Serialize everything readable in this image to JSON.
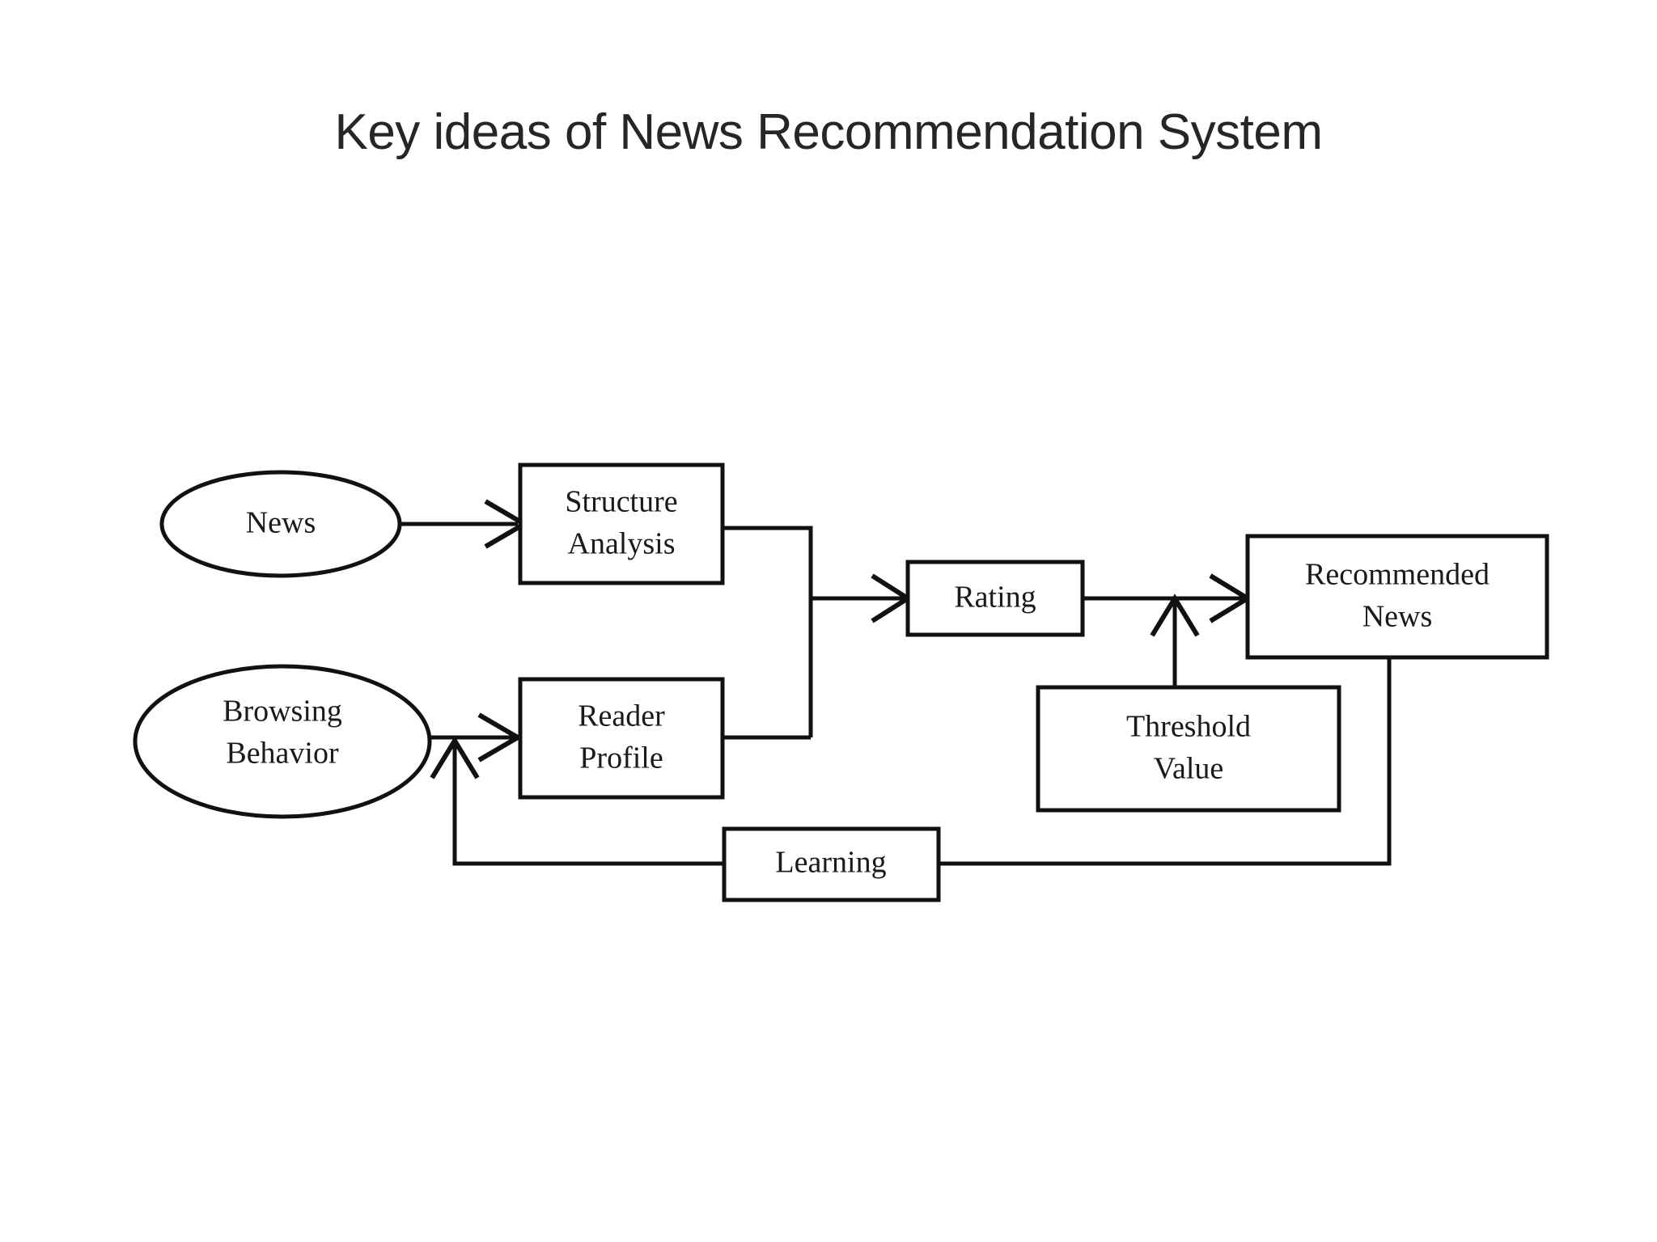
{
  "slide": {
    "title": "Key ideas of News Recommendation System",
    "background_color": "#ffffff",
    "title_color": "#262626"
  },
  "diagram": {
    "type": "flowchart",
    "line_color": "#111111",
    "node_fill": "#ffffff",
    "nodes": [
      {
        "id": "news",
        "shape": "ellipse",
        "label": "News",
        "label_line1": "News",
        "label_line2": ""
      },
      {
        "id": "browsing",
        "shape": "ellipse",
        "label": "Browsing Behavior",
        "label_line1": "Browsing",
        "label_line2": "Behavior"
      },
      {
        "id": "structure",
        "shape": "rectangle",
        "label": "Structure Analysis",
        "label_line1": "Structure",
        "label_line2": "Analysis"
      },
      {
        "id": "reader",
        "shape": "rectangle",
        "label": "Reader Profile",
        "label_line1": "Reader",
        "label_line2": "Profile"
      },
      {
        "id": "rating",
        "shape": "rectangle",
        "label": "Rating",
        "label_line1": "Rating",
        "label_line2": ""
      },
      {
        "id": "recommended",
        "shape": "rectangle",
        "label": "Recommended News",
        "label_line1": "Recommended",
        "label_line2": "News"
      },
      {
        "id": "threshold",
        "shape": "rectangle",
        "label": "Threshold Value",
        "label_line1": "Threshold",
        "label_line2": "Value"
      },
      {
        "id": "learning",
        "shape": "rectangle",
        "label": "Learning",
        "label_line1": "Learning",
        "label_line2": ""
      }
    ],
    "edges": [
      {
        "from": "news",
        "to": "structure",
        "arrow": true,
        "style": "straight"
      },
      {
        "from": "browsing",
        "to": "reader",
        "arrow": true,
        "style": "straight"
      },
      {
        "from": "structure",
        "to": "rating",
        "arrow": true,
        "style": "orthogonal-merge"
      },
      {
        "from": "reader",
        "to": "rating",
        "arrow": true,
        "style": "orthogonal-merge"
      },
      {
        "from": "rating",
        "to": "recommended",
        "arrow": true,
        "style": "straight"
      },
      {
        "from": "threshold",
        "to": "recommended",
        "arrow": true,
        "style": "vertical-up"
      },
      {
        "from": "recommended",
        "to": "learning",
        "arrow": false,
        "style": "orthogonal-feedback"
      },
      {
        "from": "learning",
        "to": "browsing",
        "arrow": true,
        "style": "orthogonal-feedback-up"
      }
    ]
  }
}
